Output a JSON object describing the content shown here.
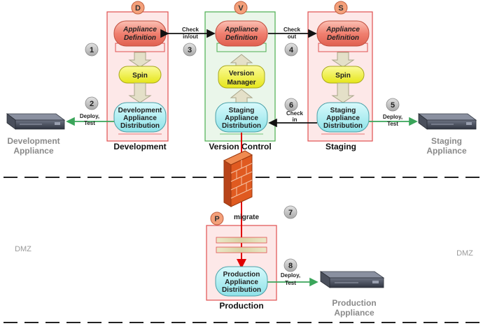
{
  "zones": {
    "development": {
      "badge": "D",
      "title": "Development"
    },
    "version_control": {
      "badge": "V",
      "title": "Version Control"
    },
    "staging": {
      "badge": "S",
      "title": "Staging"
    },
    "production": {
      "badge": "P",
      "title": "Production"
    }
  },
  "nodes": {
    "appliance_definition": [
      "Appliance",
      "Definition"
    ],
    "spin": "Spin",
    "version_manager": [
      "Version",
      "Manager"
    ],
    "development_distribution": [
      "Development",
      "Appliance",
      "Distribution"
    ],
    "staging_distribution": [
      "Staging",
      "Appliance",
      "Distribution"
    ],
    "production_distribution": [
      "Production",
      "Appliance",
      "Distribution"
    ]
  },
  "edges": {
    "check_in_out": [
      "Check",
      "in/out"
    ],
    "check_out": [
      "Check",
      "out"
    ],
    "check_in": [
      "Check",
      "in"
    ],
    "deploy_test": [
      "Deploy,",
      "Test"
    ],
    "migrate": "migrate"
  },
  "steps": [
    "1",
    "2",
    "3",
    "4",
    "5",
    "6",
    "7",
    "8"
  ],
  "appliances": {
    "development": [
      "Development",
      "Appliance"
    ],
    "staging": [
      "Staging",
      "Appliance"
    ],
    "production": [
      "Production",
      "Appliance"
    ]
  },
  "dmz_label": "DMZ",
  "colors": {
    "zone_red_border": "#e05050",
    "zone_green_border": "#4caf50",
    "zone_fill": "#fde8e8",
    "zone_green_fill": "#eaf6ea",
    "badge": "#f4a07a",
    "definition_fill": "#f08070",
    "spin_fill": "#f2f230",
    "distribution_fill": "#a8eef2",
    "step_fill": "#bdbdbd",
    "arrow_green": "#3aa55a",
    "arrow_red": "#e00000",
    "firewall": "#e05a20"
  }
}
